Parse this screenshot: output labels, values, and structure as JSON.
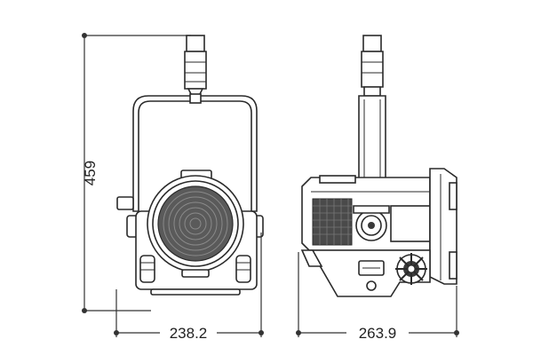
{
  "dimensions": {
    "height": "459",
    "width_front": "238.2",
    "depth_side": "263.9"
  },
  "colors": {
    "line": "#2a2a2a",
    "lens_fill": "#555555",
    "vent_fill": "#4a4a4a",
    "background": "#ffffff"
  }
}
